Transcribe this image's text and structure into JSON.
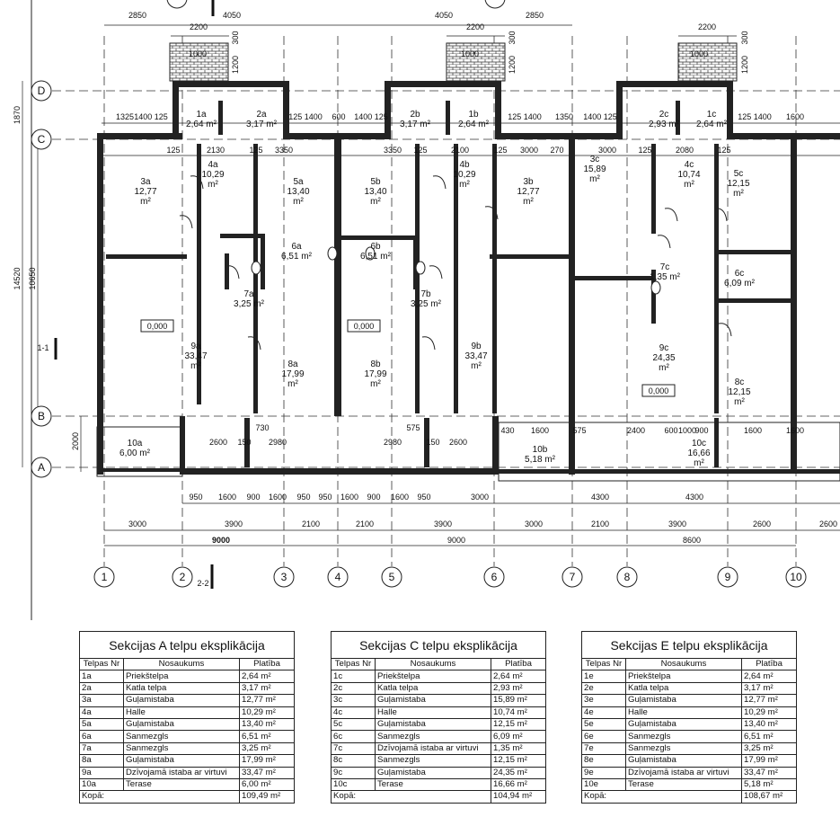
{
  "plan": {
    "axes_columns": [
      "1",
      "2",
      "3",
      "4",
      "5",
      "6",
      "7",
      "8",
      "9",
      "10"
    ],
    "axes_rows": [
      "D",
      "C",
      "B",
      "A"
    ],
    "section_marks": [
      "1-1",
      "2-2"
    ],
    "level_marks": [
      "0,000",
      "0,000",
      "0,000"
    ],
    "top_dims": [
      "2850",
      "4050",
      "4050",
      "2850",
      "2200",
      "2200",
      "2200",
      "300",
      "1200",
      "300",
      "1200",
      "300",
      "1200",
      "1000",
      "1000",
      "1000"
    ],
    "row130_dims": [
      "1325",
      "1400 125",
      "125 1400",
      "600",
      "1400 125",
      "125 1400",
      "1350",
      "1400 125",
      "125 1400",
      "1600"
    ],
    "row167_dims": [
      "125",
      "2130",
      "125",
      "3350",
      "3350",
      "125",
      "2100",
      "125",
      "3000",
      "270",
      "3000",
      "125",
      "2080",
      "125"
    ],
    "left_dims": [
      "1870",
      "14520",
      "10650",
      "2000"
    ],
    "bottom_row1": [
      "950",
      "1600",
      "900",
      "1600",
      "950",
      "950",
      "1600",
      "900",
      "1600",
      "950",
      "3000",
      "4300",
      "4300"
    ],
    "bottom_row2": [
      "3000",
      "3900",
      "2100",
      "2100",
      "3900",
      "3000",
      "2100",
      "3900",
      "2600",
      "2600"
    ],
    "bottom_row3": [
      "9000",
      "9000",
      "8600"
    ],
    "terrace_dims": [
      "2600",
      "150",
      "2980",
      "2980",
      "150",
      "2600",
      "730",
      "575",
      "430",
      "1600",
      "575",
      "2400",
      "600",
      "1000",
      "900",
      "1600",
      "1600"
    ],
    "rooms": [
      {
        "id": "1a",
        "area": "2,64 m²"
      },
      {
        "id": "2a",
        "area": "3,17 m²"
      },
      {
        "id": "3a",
        "area": "12,77"
      },
      {
        "id": "4a",
        "area": "10,29"
      },
      {
        "id": "5a",
        "area": "13,40"
      },
      {
        "id": "6a",
        "area": "6,51 m²"
      },
      {
        "id": "7a",
        "area": "3,25 m²"
      },
      {
        "id": "8a",
        "area": "17,99"
      },
      {
        "id": "9a",
        "area": "33,47"
      },
      {
        "id": "10a",
        "area": "6,00 m²"
      },
      {
        "id": "1b",
        "area": "2,64 m²"
      },
      {
        "id": "2b",
        "area": "3,17 m²"
      },
      {
        "id": "3b",
        "area": "12,77"
      },
      {
        "id": "4b",
        "area": "10,29"
      },
      {
        "id": "5b",
        "area": "13,40"
      },
      {
        "id": "6b",
        "area": "6,51 m²"
      },
      {
        "id": "7b",
        "area": "3,25 m²"
      },
      {
        "id": "8b",
        "area": "17,99"
      },
      {
        "id": "9b",
        "area": "33,47"
      },
      {
        "id": "10b",
        "area": "5,18 m²"
      },
      {
        "id": "1c",
        "area": "2,64 m²"
      },
      {
        "id": "2c",
        "area": "2,93 m²"
      },
      {
        "id": "3c",
        "area": "15,89"
      },
      {
        "id": "4c",
        "area": "10,74"
      },
      {
        "id": "5c",
        "area": "12,15"
      },
      {
        "id": "6c",
        "area": "6,09 m²"
      },
      {
        "id": "7c",
        "area": "1,35 m²"
      },
      {
        "id": "8c",
        "area": "12,15"
      },
      {
        "id": "9c",
        "area": "24,35"
      },
      {
        "id": "10c",
        "area": "16,66"
      }
    ],
    "m2": "m²"
  },
  "tables": [
    {
      "title": "Sekcijas A telpu eksplikācija",
      "headers": [
        "Telpas Nr",
        "Nosaukums",
        "Platība"
      ],
      "rows": [
        [
          "1a",
          "Priekštelpa",
          "2,64 m²"
        ],
        [
          "2a",
          "Katla telpa",
          "3,17 m²"
        ],
        [
          "3a",
          "Guļamistaba",
          "12,77 m²"
        ],
        [
          "4a",
          "Halle",
          "10,29 m²"
        ],
        [
          "5a",
          "Guļamistaba",
          "13,40 m²"
        ],
        [
          "6a",
          "Sanmezgls",
          "6,51 m²"
        ],
        [
          "7a",
          "Sanmezgls",
          "3,25 m²"
        ],
        [
          "8a",
          "Guļamistaba",
          "17,99 m²"
        ],
        [
          "9a",
          "Dzīvojamā istaba ar virtuvi",
          "33,47 m²"
        ],
        [
          "10a",
          "Terase",
          "6,00 m²"
        ]
      ],
      "total_label": "Kopā:",
      "total": "109,49 m²"
    },
    {
      "title": "Sekcijas C telpu eksplikācija",
      "headers": [
        "Telpas Nr",
        "Nosaukums",
        "Platība"
      ],
      "rows": [
        [
          "1c",
          "Priekštelpa",
          "2,64 m²"
        ],
        [
          "2c",
          "Katla telpa",
          "2,93 m²"
        ],
        [
          "3c",
          "Guļamistaba",
          "15,89 m²"
        ],
        [
          "4c",
          "Halle",
          "10,74 m²"
        ],
        [
          "5c",
          "Guļamistaba",
          "12,15 m²"
        ],
        [
          "6c",
          "Sanmezgls",
          "6,09 m²"
        ],
        [
          "7c",
          "Dzīvojamā istaba ar virtuvi",
          "1,35 m²"
        ],
        [
          "8c",
          "Sanmezgls",
          "12,15 m²"
        ],
        [
          "9c",
          "Guļamistaba",
          "24,35 m²"
        ],
        [
          "10c",
          "Terase",
          "16,66 m²"
        ]
      ],
      "total_label": "Kopā:",
      "total": "104,94 m²"
    },
    {
      "title": "Sekcijas E telpu eksplikācija",
      "headers": [
        "Telpas Nr",
        "Nosaukums",
        "Platība"
      ],
      "rows": [
        [
          "1e",
          "Priekštelpa",
          "2,64 m²"
        ],
        [
          "2e",
          "Katla telpa",
          "3,17 m²"
        ],
        [
          "3e",
          "Guļamistaba",
          "12,77 m²"
        ],
        [
          "4e",
          "Halle",
          "10,29 m²"
        ],
        [
          "5e",
          "Guļamistaba",
          "13,40 m²"
        ],
        [
          "6e",
          "Sanmezgls",
          "6,51 m²"
        ],
        [
          "7e",
          "Sanmezgls",
          "3,25 m²"
        ],
        [
          "8e",
          "Guļamistaba",
          "17,99 m²"
        ],
        [
          "9e",
          "Dzīvojamā istaba ar virtuvi",
          "33,47 m²"
        ],
        [
          "10e",
          "Terase",
          "5,18 m²"
        ]
      ],
      "total_label": "Kopā:",
      "total": "108,67 m²"
    }
  ]
}
